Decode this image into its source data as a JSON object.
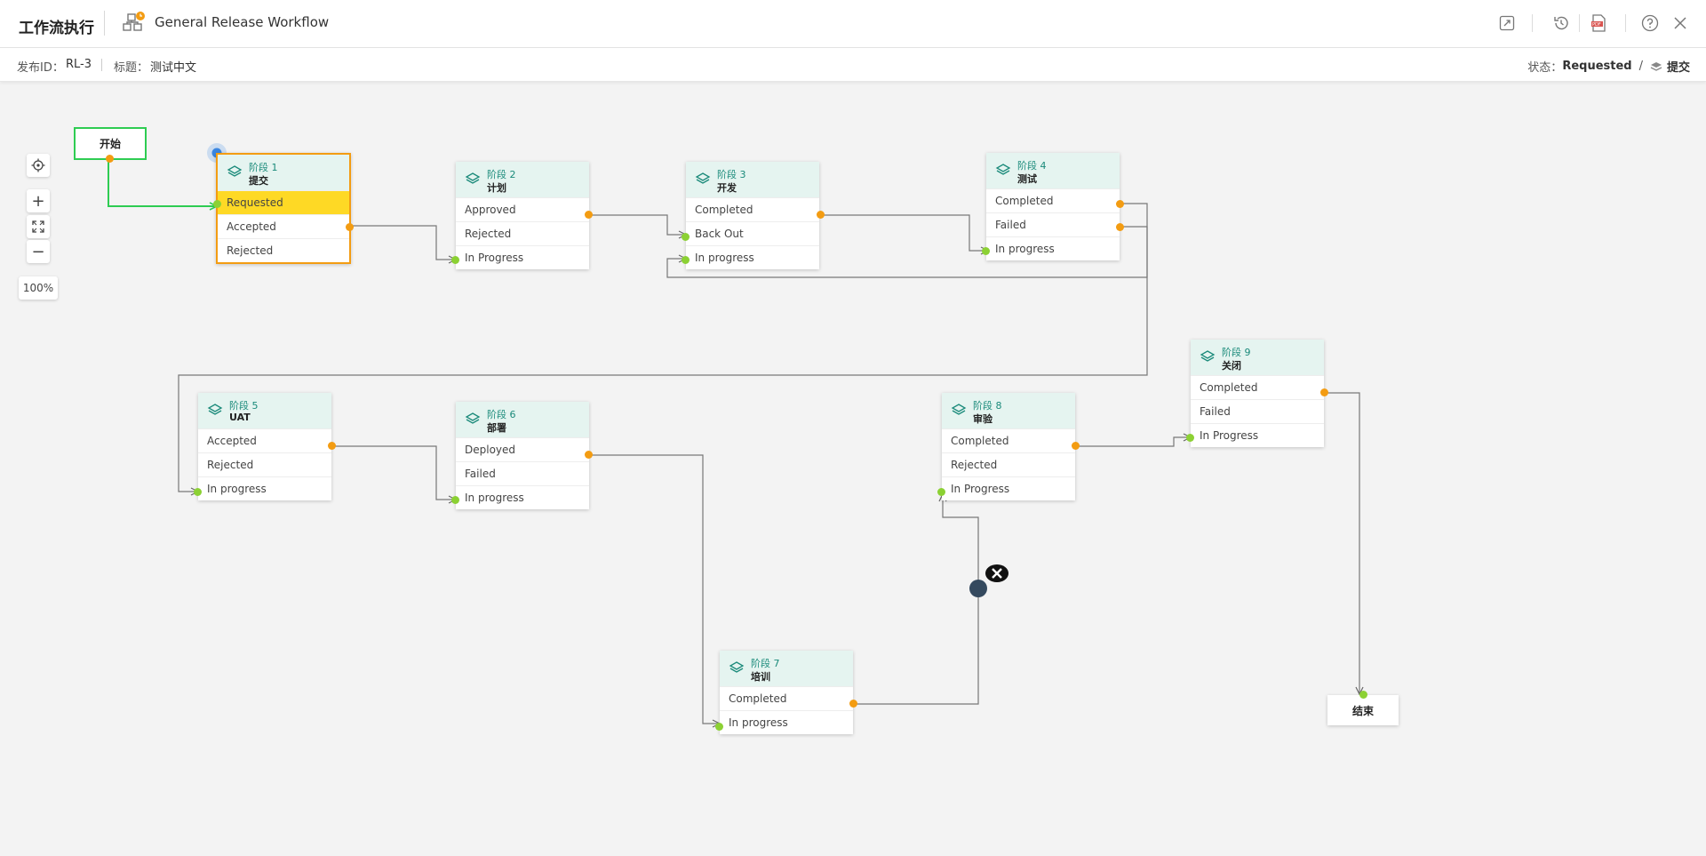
{
  "header": {
    "title": "工作流执行",
    "workflow_name": "General Release Workflow",
    "tools": [
      "link-icon",
      "history-icon",
      "pdf-icon",
      "help-icon",
      "close-icon"
    ]
  },
  "subbar": {
    "release_id_label": "发布ID：",
    "release_id": "RL-3",
    "subject_label": "标题：",
    "subject": "测试中文",
    "status_label": "状态：",
    "status": "Requested",
    "separator": "/",
    "phase": "提交"
  },
  "controls": {
    "zoom_level": "100%",
    "zoom_in": "+",
    "zoom_out": "−"
  },
  "start_label": "开始",
  "end_label": "结束",
  "stages": [
    {
      "num": "阶段 1",
      "name": "提交",
      "rows": [
        "Requested",
        "Accepted",
        "Rejected"
      ],
      "selected_row": 0,
      "active": true
    },
    {
      "num": "阶段 2",
      "name": "计划",
      "rows": [
        "Approved",
        "Rejected",
        "In Progress"
      ]
    },
    {
      "num": "阶段 3",
      "name": "开发",
      "rows": [
        "Completed",
        "Back Out",
        "In progress"
      ]
    },
    {
      "num": "阶段 4",
      "name": "测试",
      "rows": [
        "Completed",
        "Failed",
        "In progress"
      ]
    },
    {
      "num": "阶段 5",
      "name": "UAT",
      "rows": [
        "Accepted",
        "Rejected",
        "In progress"
      ]
    },
    {
      "num": "阶段 6",
      "name": "部署",
      "rows": [
        "Deployed",
        "Failed",
        "In progress"
      ]
    },
    {
      "num": "阶段 7",
      "name": "培训",
      "rows": [
        "Completed",
        "In progress"
      ]
    },
    {
      "num": "阶段 8",
      "name": "审验",
      "rows": [
        "Completed",
        "Rejected",
        "In Progress"
      ]
    },
    {
      "num": "阶段 9",
      "name": "关闭",
      "rows": [
        "Completed",
        "Failed",
        "In Progress"
      ]
    }
  ],
  "colors": {
    "accent_orange": "#f39c12",
    "highlight_yellow": "#fed925",
    "start_green": "#2ecc52",
    "port_green": "#8cd134",
    "header_teal": "#e5f4f0"
  }
}
